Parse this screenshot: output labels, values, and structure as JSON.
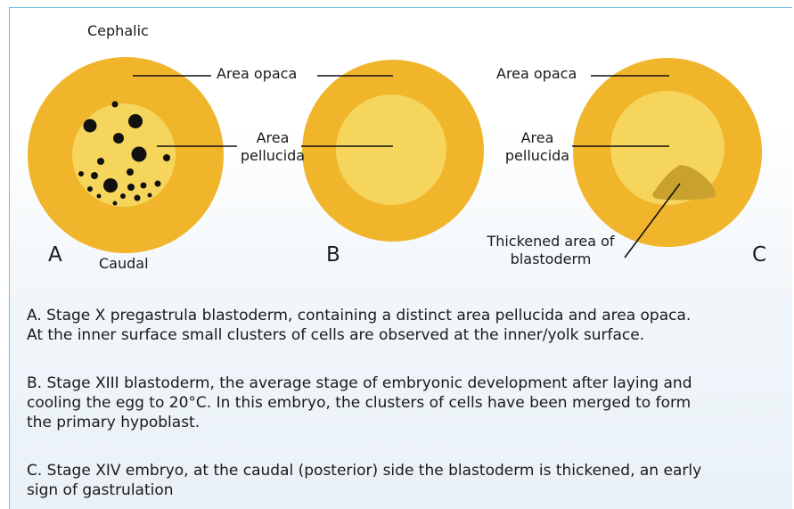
{
  "figure": {
    "embryo_a": {
      "letter": "A",
      "label_top": "Cephalic",
      "label_bottom": "Caudal",
      "area_opaca": "Area opaca",
      "area_pellucida_line1": "Area",
      "area_pellucida_line2": "pellucida"
    },
    "embryo_b": {
      "letter": "B"
    },
    "embryo_c": {
      "letter": "C",
      "area_opaca": "Area opaca",
      "area_pellucida_line1": "Area",
      "area_pellucida_line2": "pellucida",
      "thickened_line1": "Thickened area of",
      "thickened_line2": "blastoderm"
    },
    "colors": {
      "area_opaca": "#f0b52a",
      "area_pellucida": "#f6d55d",
      "clusters": "#111111",
      "thickened": "#c9a12f",
      "frame_border": "#6cc0e2"
    }
  },
  "captions": {
    "a_line1": "A. Stage X pregastrula blastoderm, containing a distinct area pellucida and area opaca.",
    "a_line2": "At the inner surface small clusters of cells are observed at the inner/yolk surface.",
    "b_line1": "B. Stage XIII blastoderm, the average stage of embryonic development after laying and",
    "b_line2": "cooling the egg to 20°C. In this embryo, the clusters of cells have been merged to form",
    "b_line3": "the primary hypoblast.",
    "c_line1": "C. Stage XIV embryo, at the caudal (posterior) side the blastoderm is thickened, an early",
    "c_line2": "sign of gastrulation"
  }
}
